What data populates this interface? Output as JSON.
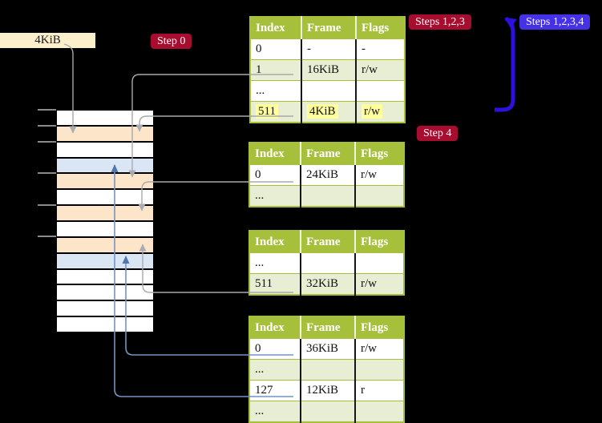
{
  "colors": {
    "background": "#000000",
    "table_header": "#a6c03c",
    "table_row_shaded": "#e8eed3",
    "table_border": "#a6c03c",
    "highlight_yellow": "#ffff9e",
    "frame_pagetable_peach": "#fde5ca",
    "frame_mapped_blue": "#dbe6f5",
    "label_cream": "#fcf0cc",
    "badge_red": "#a60d2e",
    "badge_blue": "#4531e6",
    "arrow_gray": "#a9a9a9",
    "arrow_steel_blue": "#7593c5",
    "arrow_big_blue": "#2b10e0"
  },
  "labels": {
    "page_size": "4KiB",
    "step0": "Step 0",
    "steps123": "Steps 1,2,3",
    "steps1234": "Steps 1,2,3,4",
    "step4": "Step 4"
  },
  "memory_stack": {
    "rows": [
      {
        "type": "empty"
      },
      {
        "type": "pagetable"
      },
      {
        "type": "empty"
      },
      {
        "type": "mapped"
      },
      {
        "type": "pagetable"
      },
      {
        "type": "empty"
      },
      {
        "type": "pagetable"
      },
      {
        "type": "empty"
      },
      {
        "type": "pagetable"
      },
      {
        "type": "mapped"
      },
      {
        "type": "empty"
      },
      {
        "type": "empty"
      },
      {
        "type": "empty"
      },
      {
        "type": "empty"
      }
    ]
  },
  "tables": [
    {
      "headers": [
        "Index",
        "Frame",
        "Flags"
      ],
      "rows": [
        {
          "cells": [
            "0",
            "-",
            "-"
          ],
          "shaded": false,
          "highlight": false
        },
        {
          "cells": [
            "1",
            "16KiB",
            "r/w"
          ],
          "shaded": true,
          "highlight": false
        },
        {
          "cells": [
            "...",
            "",
            ""
          ],
          "shaded": false,
          "highlight": false
        },
        {
          "cells": [
            "511",
            "4KiB",
            "r/w"
          ],
          "shaded": true,
          "highlight": true
        }
      ]
    },
    {
      "headers": [
        "Index",
        "Frame",
        "Flags"
      ],
      "rows": [
        {
          "cells": [
            "0",
            "24KiB",
            "r/w"
          ],
          "shaded": false,
          "highlight": false
        },
        {
          "cells": [
            "...",
            "",
            ""
          ],
          "shaded": true,
          "highlight": false
        }
      ]
    },
    {
      "headers": [
        "Index",
        "Frame",
        "Flags"
      ],
      "rows": [
        {
          "cells": [
            "...",
            "",
            ""
          ],
          "shaded": false,
          "highlight": false
        },
        {
          "cells": [
            "511",
            "32KiB",
            "r/w"
          ],
          "shaded": true,
          "highlight": false
        }
      ]
    },
    {
      "headers": [
        "Index",
        "Frame",
        "Flags"
      ],
      "rows": [
        {
          "cells": [
            "0",
            "36KiB",
            "r/w"
          ],
          "shaded": false,
          "highlight": false
        },
        {
          "cells": [
            "...",
            "",
            ""
          ],
          "shaded": true,
          "highlight": false
        },
        {
          "cells": [
            "127",
            "12KiB",
            "r"
          ],
          "shaded": false,
          "highlight": false
        },
        {
          "cells": [
            "...",
            "",
            ""
          ],
          "shaded": true,
          "highlight": false
        }
      ]
    }
  ]
}
